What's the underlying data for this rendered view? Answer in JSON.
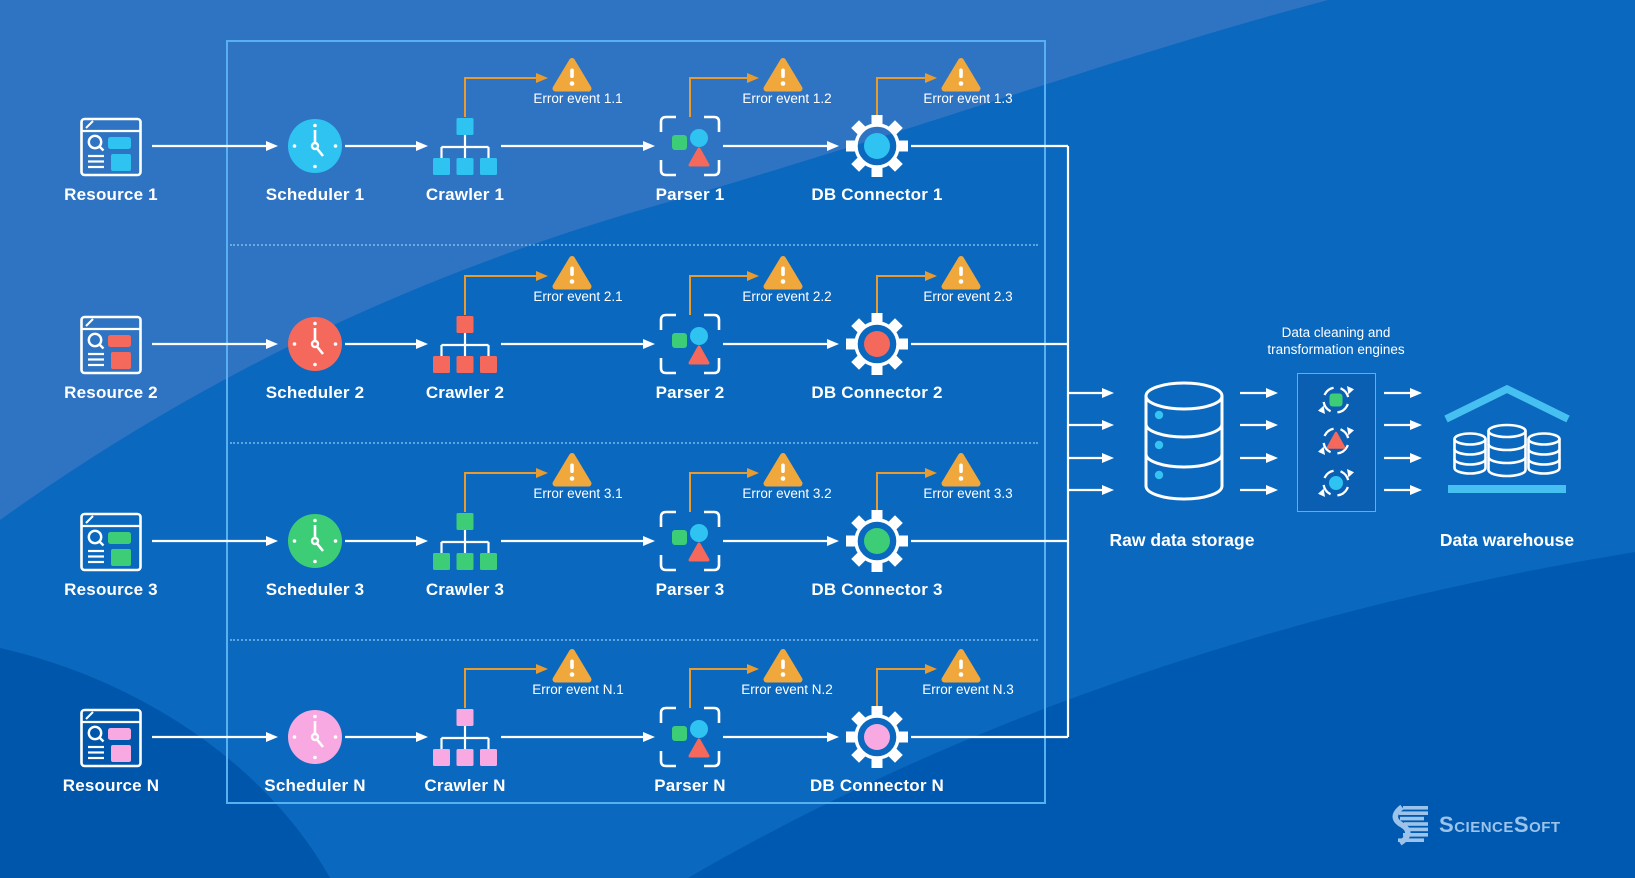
{
  "rows": [
    {
      "resource": "Resource 1",
      "scheduler": "Scheduler 1",
      "crawler": "Crawler 1",
      "parser": "Parser 1",
      "db_connector": "DB Connector 1",
      "errors": [
        "Error event 1.1",
        "Error event 1.2",
        "Error event 1.3"
      ],
      "color": "#2fc3f2"
    },
    {
      "resource": "Resource 2",
      "scheduler": "Scheduler 2",
      "crawler": "Crawler 2",
      "parser": "Parser 2",
      "db_connector": "DB Connector 2",
      "errors": [
        "Error event 2.1",
        "Error event 2.2",
        "Error event 2.3"
      ],
      "color": "#f4695c"
    },
    {
      "resource": "Resource 3",
      "scheduler": "Scheduler 3",
      "crawler": "Crawler 3",
      "parser": "Parser 3",
      "db_connector": "DB Connector 3",
      "errors": [
        "Error event 3.1",
        "Error event 3.2",
        "Error event 3.3"
      ],
      "color": "#3ecd77"
    },
    {
      "resource": "Resource N",
      "scheduler": "Scheduler N",
      "crawler": "Crawler N",
      "parser": "Parser N",
      "db_connector": "DB Connector N",
      "errors": [
        "Error event N.1",
        "Error event N.2",
        "Error event N.3"
      ],
      "color": "#f8a9e1"
    }
  ],
  "storage": {
    "label": "Raw data storage"
  },
  "engines": {
    "caption_line1": "Data cleaning and",
    "caption_line2": "transformation engines"
  },
  "warehouse": {
    "label": "Data warehouse"
  },
  "branding": {
    "logo_parts": [
      "S",
      "cience",
      "S",
      "oft"
    ]
  },
  "colors": {
    "background": "#0a68be",
    "wave_light": "#2e74c3",
    "wave_dark_right": "#0059b0",
    "wave_dark_left": "#0056aa",
    "box_border": "#58b0f0",
    "flow_line": "#ffffff",
    "error_triangle": "#f0a83d",
    "error_arrow": "#e89b2e",
    "parser_square": "#3ecd77",
    "parser_circle": "#2fc3f2",
    "parser_triangle": "#f4695c",
    "cyan_highlight": "#45c0f0",
    "logo": "#9cc3ea"
  }
}
